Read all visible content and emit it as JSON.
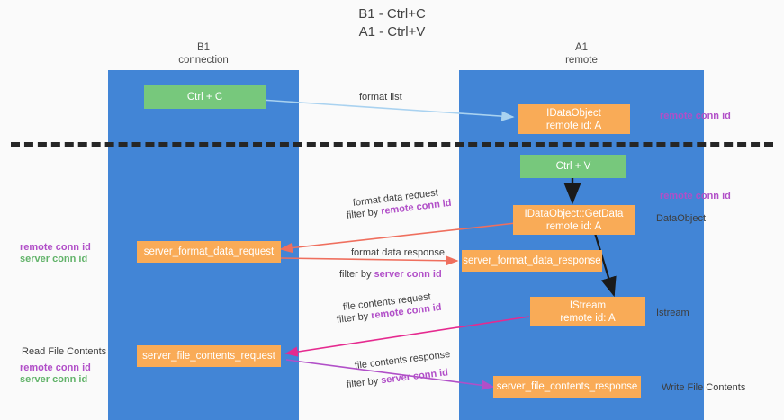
{
  "title": {
    "line1": "B1 - Ctrl+C",
    "line2": "A1 - Ctrl+V"
  },
  "columns": {
    "left": {
      "name": "B1",
      "role": "connection"
    },
    "right": {
      "name": "A1",
      "role": "remote"
    }
  },
  "nodes": {
    "ctrl_c": {
      "label": "Ctrl + C"
    },
    "ctrl_v": {
      "label": "Ctrl + V"
    },
    "idataobject": {
      "line1": "IDataObject",
      "line2": "remote id: A"
    },
    "getdata": {
      "line1": "IDataObject::GetData",
      "line2": "remote id: A"
    },
    "istream": {
      "line1": "IStream",
      "line2": "remote id: A"
    },
    "server_format_data_request": {
      "label": "server_format_data_request"
    },
    "server_format_data_response": {
      "label": "server_format_data_response"
    },
    "server_file_contents_request": {
      "label": "server_file_contents_request"
    },
    "server_file_contents_response": {
      "label": "server_file_contents_response"
    }
  },
  "edges": {
    "format_list": {
      "label": "format list"
    },
    "format_data_request": {
      "label": "format data request",
      "filter_prefix": "filter by ",
      "filter_key": "remote conn id"
    },
    "format_data_response": {
      "label": "format data response",
      "filter_prefix": "filter by ",
      "filter_key": "server conn id"
    },
    "file_contents_request": {
      "label": "file contents request",
      "filter_prefix": "filter by ",
      "filter_key": "remote conn id"
    },
    "file_contents_response": {
      "label": "file contents response",
      "filter_prefix": "filter by ",
      "filter_key": "server conn id"
    }
  },
  "annotations": {
    "right_top_conn": "remote conn id",
    "right_mid_conn": "remote conn id",
    "dataobject": "DataObject",
    "istream": "Istream",
    "write_file": "Write File Contents",
    "left_mid_remote": "remote conn id",
    "left_mid_server": "server conn id",
    "read_file": "Read File Contents",
    "left_bot_remote": "remote conn id",
    "left_bot_server": "server conn id"
  },
  "colors": {
    "band": "#4285d6",
    "green_node": "#77c87c",
    "orange_node": "#f9ab57",
    "purple_text": "#b14fc8",
    "green_text": "#62b36a",
    "arrow_blue": "#a9d2f0",
    "arrow_red": "#ef6f5e",
    "arrow_magenta": "#e52a8f",
    "arrow_violet": "#b14fc8",
    "arrow_black": "#1a1a1a",
    "divider": "#262626"
  }
}
